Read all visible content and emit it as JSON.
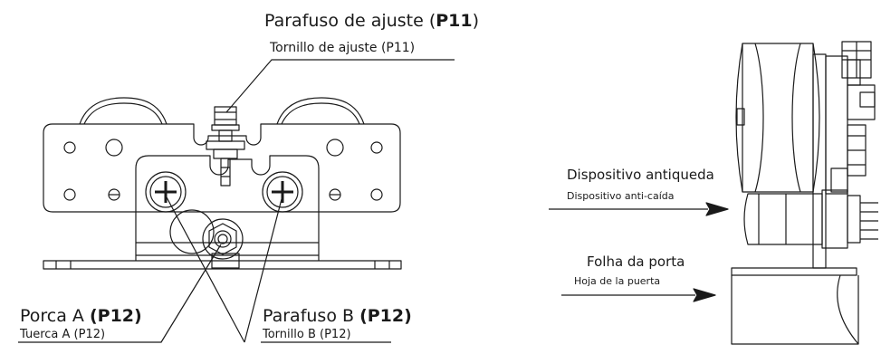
{
  "labels": {
    "adjust_screw_pt": "Parafuso de ajuste (",
    "adjust_screw_code": "P11",
    "adjust_screw_close": ")",
    "adjust_screw_es": "Tornillo de ajuste (P11)",
    "nut_a_pt": "Porca A ",
    "nut_a_code": "(P12)",
    "nut_a_es": "Tuerca A (P12)",
    "screw_b_pt": "Parafuso B ",
    "screw_b_code": "(P12)",
    "screw_b_es": "Tornillo B (P12)",
    "antifall_pt": "Dispositivo antiqueda",
    "antifall_es": "Dispositivo anti-caída",
    "door_leaf_pt": "Folha da porta",
    "door_leaf_es": "Hoja de la puerta"
  },
  "colors": {
    "line": "#1a1a1a",
    "fill": "#ffffff"
  }
}
